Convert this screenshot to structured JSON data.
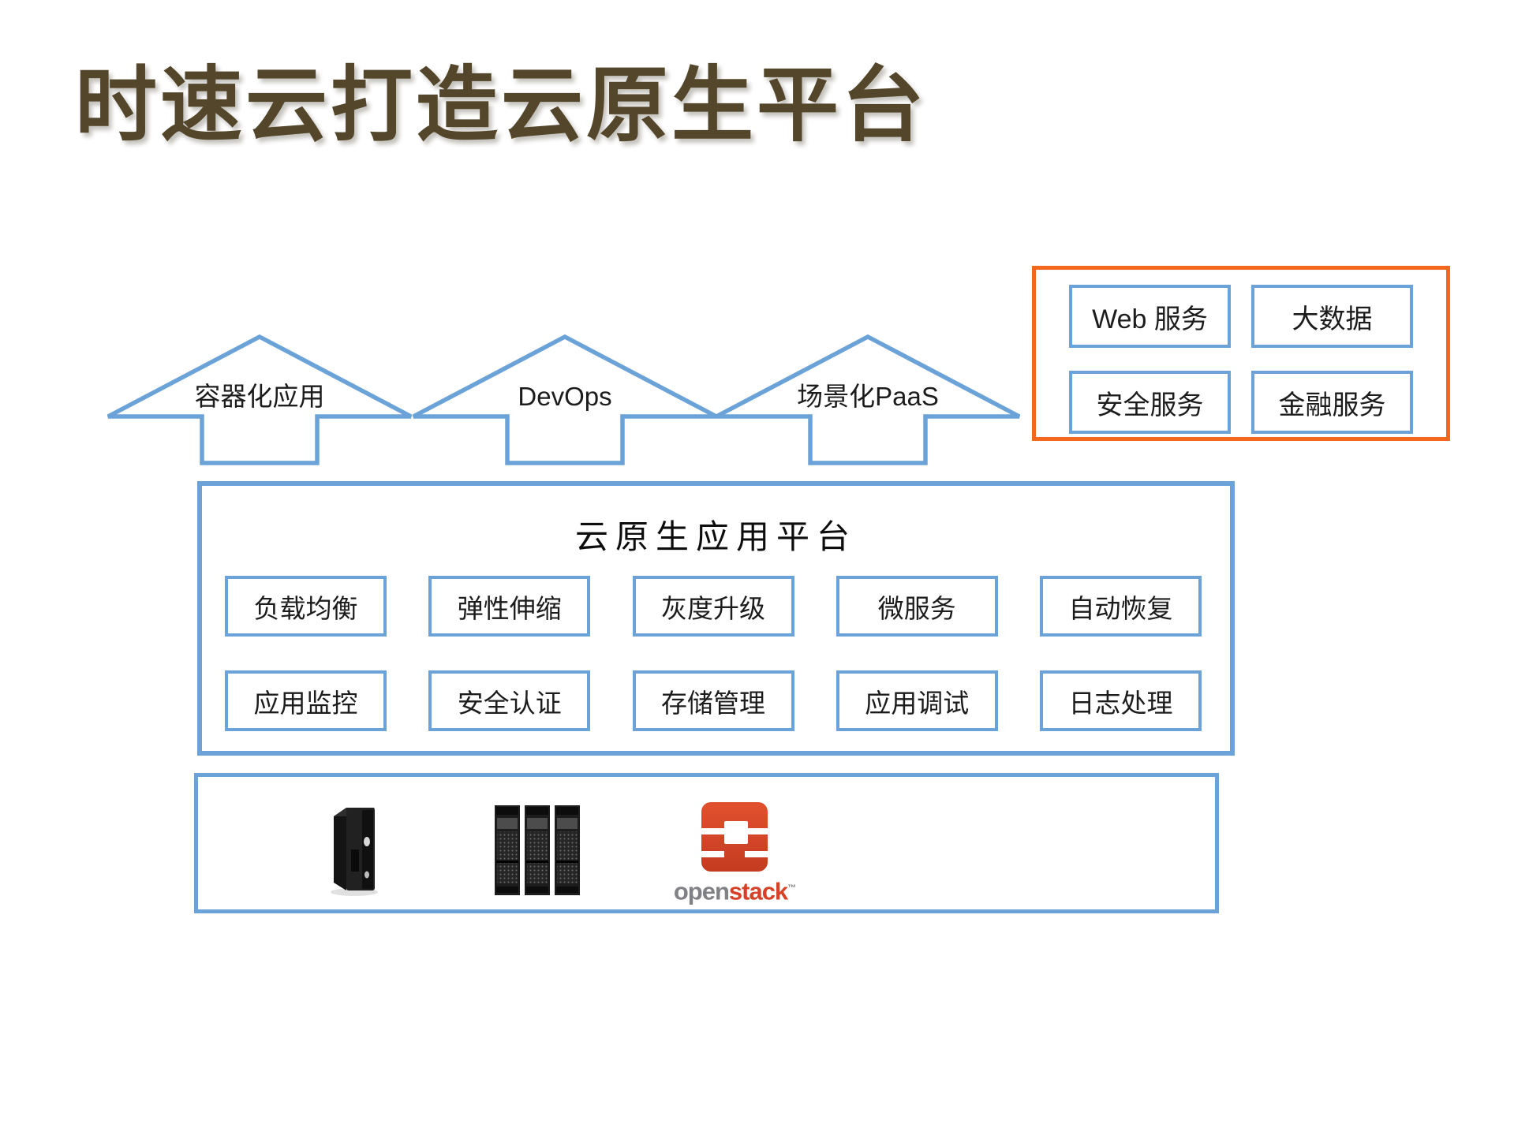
{
  "slide_title": "时速云打造云原生平台",
  "arrows": [
    {
      "label": "容器化应用"
    },
    {
      "label": "DevOps"
    },
    {
      "label": "场景化PaaS"
    }
  ],
  "services_panel": {
    "items": [
      {
        "label": "Web 服务"
      },
      {
        "label": "大数据"
      },
      {
        "label": "安全服务"
      },
      {
        "label": "金融服务"
      }
    ]
  },
  "platform": {
    "title": "云原生应用平台",
    "rows": [
      [
        "负载均衡",
        "弹性伸缩",
        "灰度升级",
        "微服务",
        "自动恢复"
      ],
      [
        "应用监控",
        "安全认证",
        "存储管理",
        "应用调试",
        "日志处理"
      ]
    ]
  },
  "infrastructure": {
    "icons": [
      "tower-server-icon",
      "rack-servers-icon",
      "openstack-logo-icon"
    ],
    "openstack": {
      "open": "open",
      "stack": "stack",
      "trademark": "™"
    }
  },
  "colors": {
    "blue": "#6ba3d9",
    "orange": "#f3681c",
    "title_brown": "#53462b",
    "openstack_red": "#d64128",
    "openstack_gray": "#808184"
  }
}
